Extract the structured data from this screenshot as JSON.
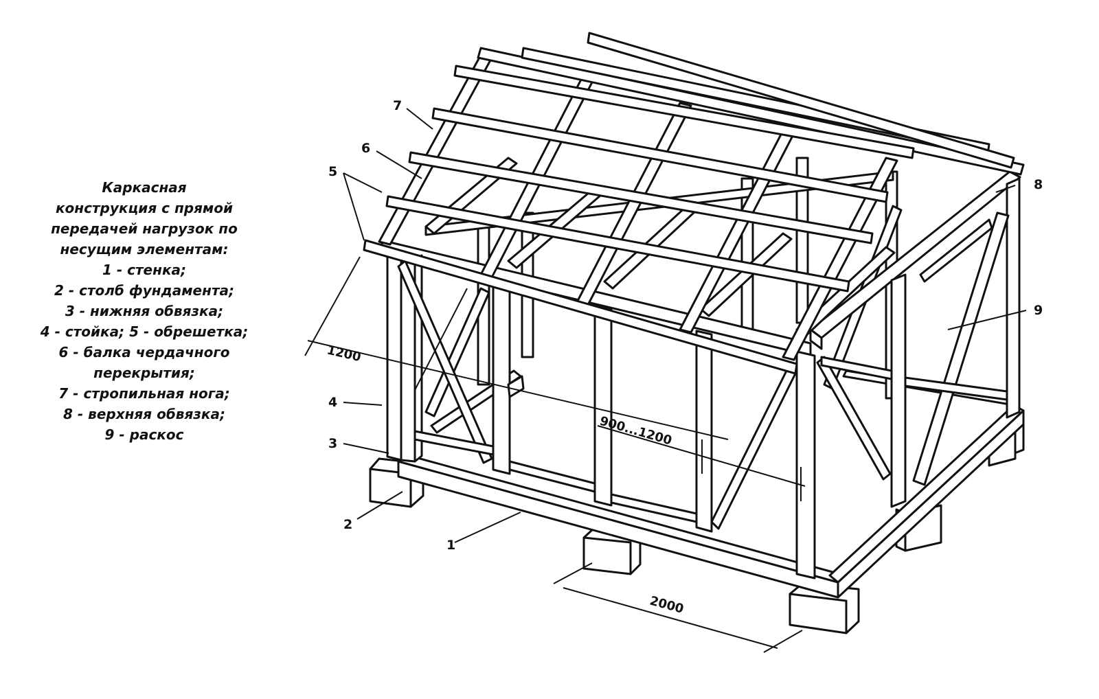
{
  "caption": {
    "lines": [
      "Каркасная",
      "конструкция с прямой",
      "передачей нагрузок по",
      "несущим элементам:",
      "1 - стенка;",
      "2 - столб фундамента;",
      "3 - нижняя обвязка;",
      "4 - стойка; 5 - обрешетка;",
      "6 - балка чердачного",
      "перекрытия;",
      "7 - стропильная нога;",
      "8 - верхняя обвязка;",
      "9 - раскос"
    ]
  },
  "callouts": {
    "n1": "1",
    "n2": "2",
    "n3": "3",
    "n4": "4",
    "n5": "5",
    "n6": "6",
    "n7": "7",
    "n8": "8",
    "n9": "9"
  },
  "dimensions": {
    "rafter_spacing": "1200",
    "post_spacing": "900...1200",
    "pier_spacing": "2000"
  }
}
